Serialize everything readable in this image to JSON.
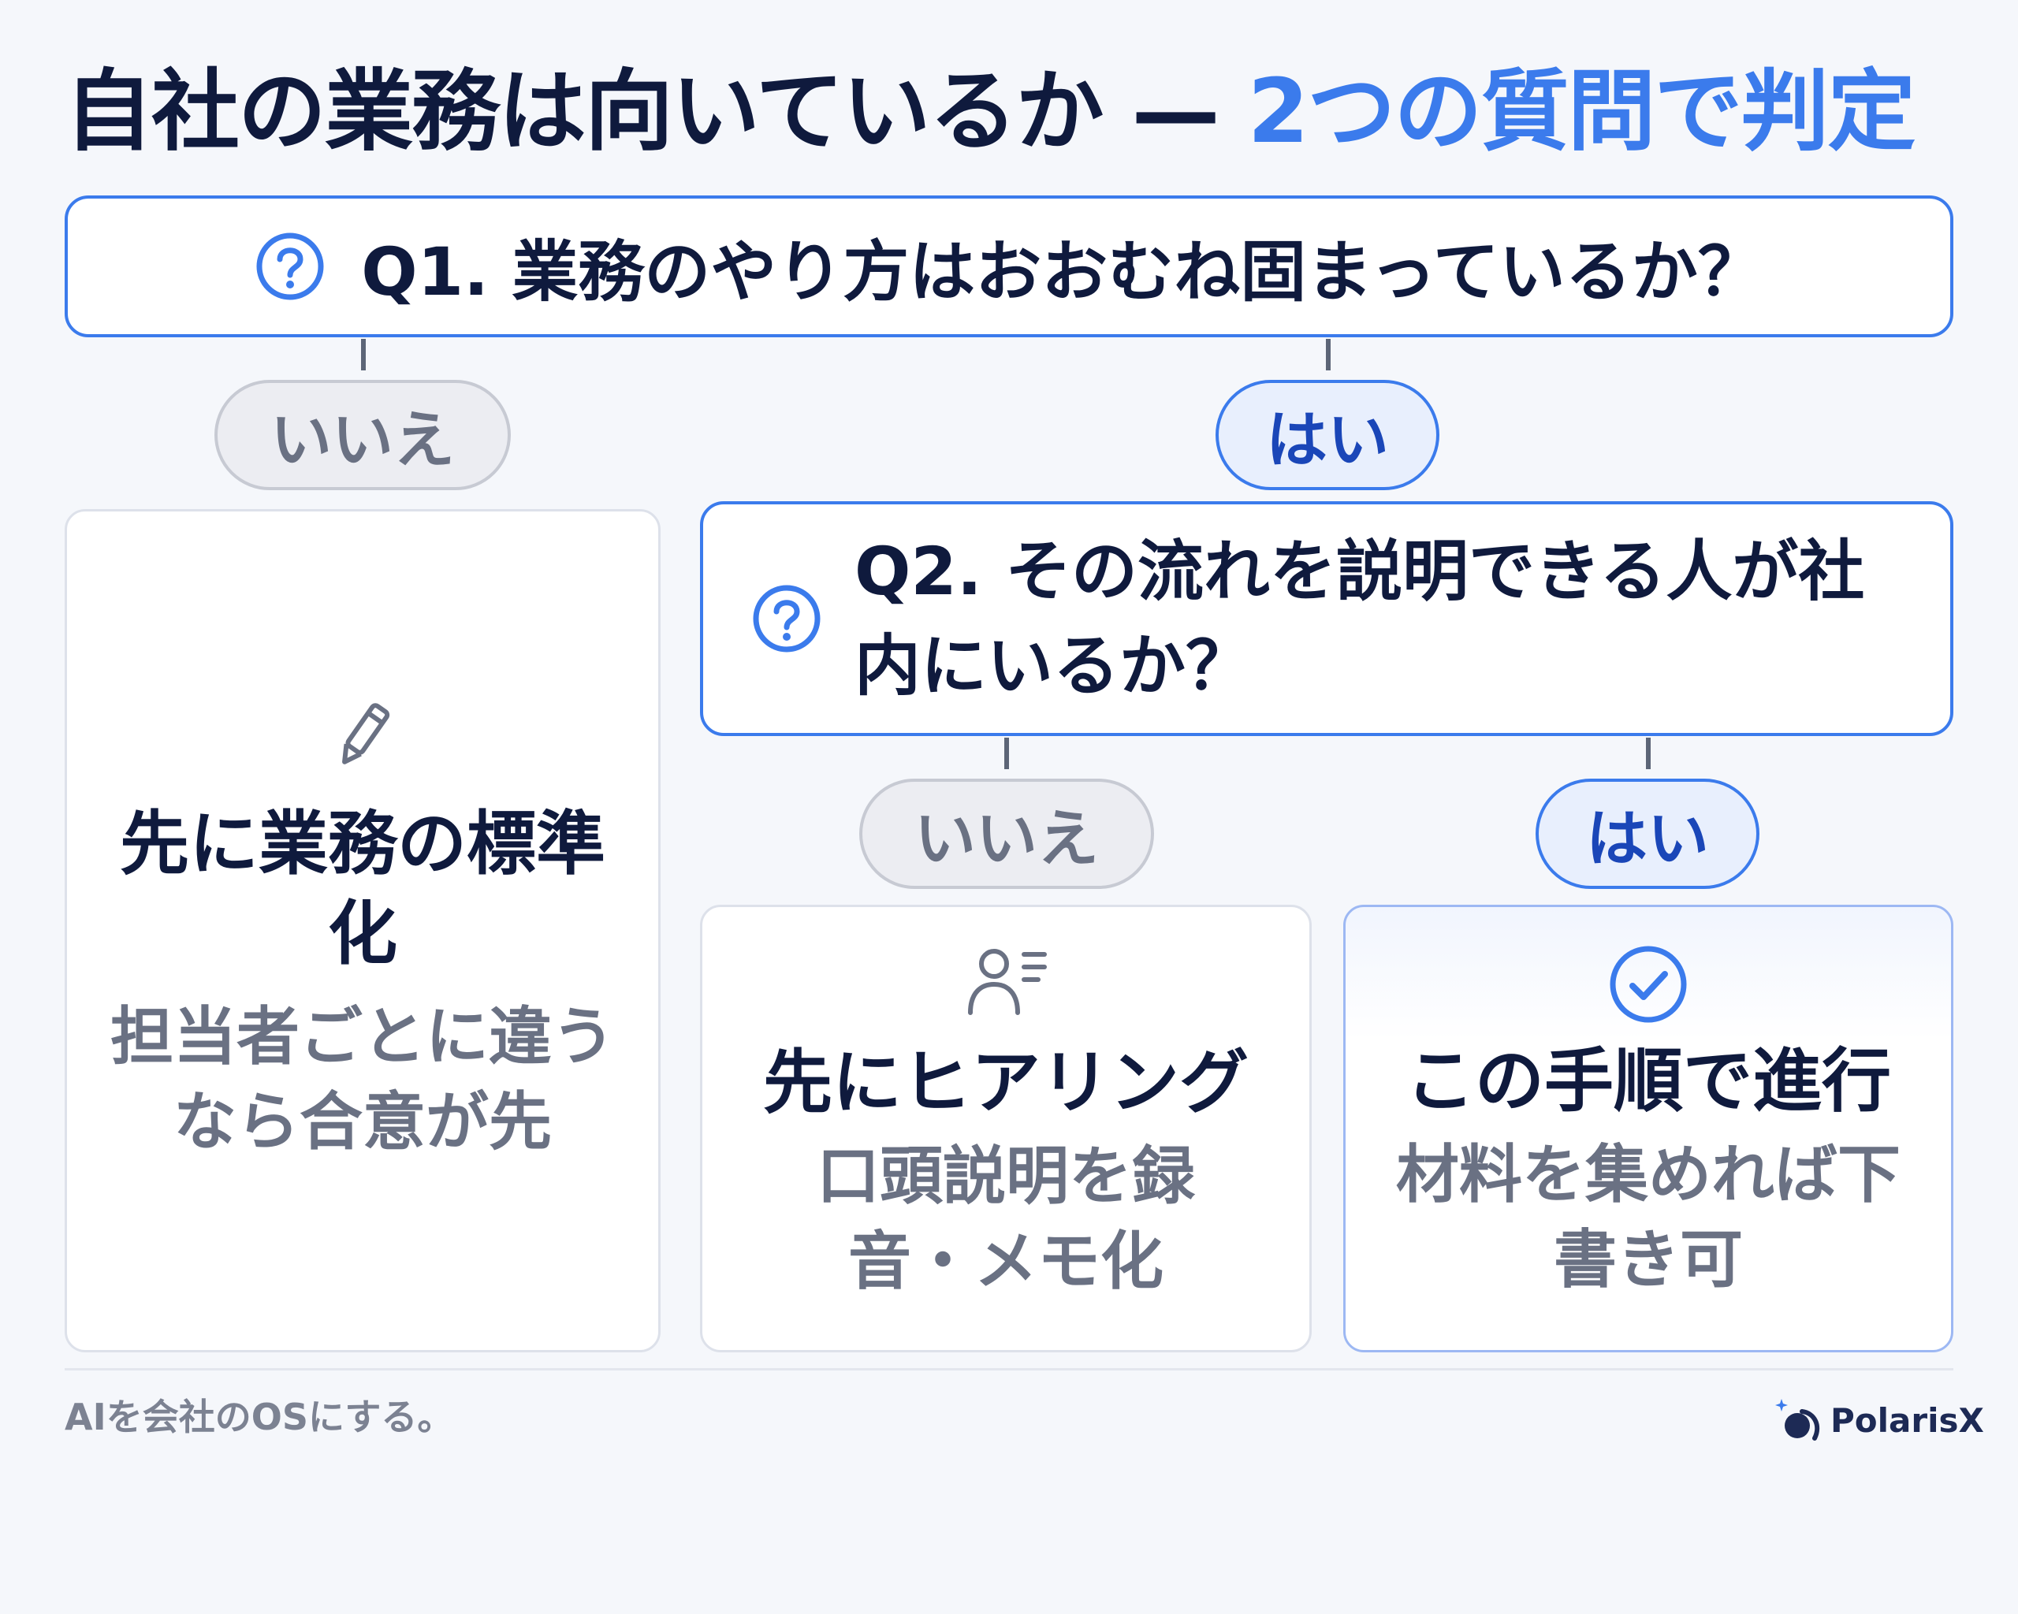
{
  "title": {
    "main": "自社の業務は向いているか — ",
    "accent": "2つの質問で判定"
  },
  "q1": {
    "text": "Q1. 業務のやり方はおおむね固まっているか？"
  },
  "q2": {
    "text": "Q2. その流れを説明できる人が社内にいるか？"
  },
  "answers": {
    "no": "いいえ",
    "yes": "はい"
  },
  "results": [
    {
      "title": "先に業務の標準化",
      "desc": "担当者ごとに違うなら合意が先",
      "icon": "pencil-icon"
    },
    {
      "title": "先にヒアリング",
      "desc": "口頭説明を録音・メモ化",
      "icon": "person-notes-icon"
    },
    {
      "title": "この手順で進行",
      "desc": "材料を集めれば下書き可",
      "icon": "check-circle-icon"
    }
  ],
  "footer": {
    "tagline": "AIを会社のOSにする。",
    "brand": "PolarisX"
  },
  "colors": {
    "accent": "#3b7bec",
    "navy": "#0f1a3d",
    "muted": "#6a7183"
  }
}
